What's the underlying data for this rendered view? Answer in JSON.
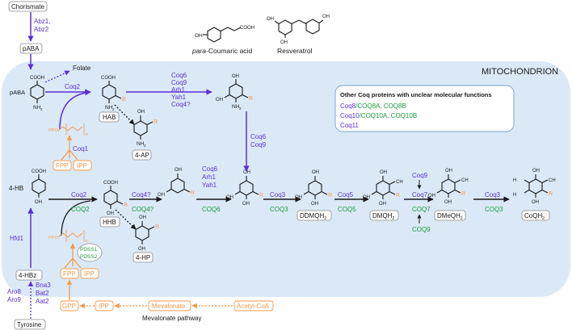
{
  "colors": {
    "purple": "#5a30d6",
    "green": "#1a9b3c",
    "orange": "#f29a4e",
    "black": "#1a1a1a",
    "mito_fill": "#dbe9f7",
    "box_stroke": "#8a8a8a",
    "panel_stroke": "#7a9fc7"
  },
  "compartment": {
    "label": "MITOCHONDRION"
  },
  "structures": {
    "pcoumaric": "para-Coumaric acid",
    "resveratrol": "Resveratrol"
  },
  "metabolites": {
    "chorismate": "Chorismate",
    "paba_box": "pABA",
    "paba": "pABA",
    "folate": "Folate",
    "hab": "HAB",
    "fourap": "4-AP",
    "fpp1": "FPP",
    "ipp1": "IPP",
    "fourhb": "4-HB",
    "hhb": "HHB",
    "fourhp": "4-HP",
    "fpp2": "FPP",
    "ipp2": "IPP",
    "fourhbz": "4-HBz",
    "gpp": "GPP",
    "ipp3": "IPP",
    "mevalonate": "Mevalonate",
    "acetylcoa": "Acetyl-CoA",
    "mevpath": "Mevalonate pathway",
    "tyrosine": "Tyrosine",
    "ddmqh2": "DDMQH",
    "dmqh2": "DMQH",
    "dmeqh2": "DMeQH",
    "coqh2": "CoQH",
    "sub2": "2"
  },
  "enzymes": {
    "abz1": "Abz1,",
    "abz2": "Abz2",
    "coq2_a": "Coq2",
    "coq1": "Coq1",
    "coq6_a": "Coq6",
    "coq9_a": "Coq9",
    "arh1_a": "Arh1",
    "yah1_a": "Yah1",
    "coq4q_a": "Coq4?",
    "coq6_b": "Coq6",
    "coq9_b": "Coq9",
    "coq2_b": "Coq2",
    "coq2_h": "COQ2",
    "coq4q_b": "Coq4?",
    "coq4q_h": "COQ4?",
    "coq6_c": "Coq6",
    "arh1_c": "Arh1",
    "yah1_c": "Yah1",
    "coq6_h": "COQ6",
    "coq3_a": "Coq3",
    "coq3_h": "COQ3",
    "coq5": "Coq5",
    "coq5_h": "COQ5",
    "coq9_c": "Coq9",
    "coq7": "Coq7",
    "coq7_h": "COQ7",
    "coq9_h": "COQ9",
    "coq3_b": "Coq3",
    "coq3_h2": "COQ3",
    "pdss1": "PDSS1",
    "pdss2": "PDSS2",
    "hfd1": "Hfd1",
    "aro8": "Aro8",
    "aro9": "Aro9",
    "bna3": "Bna3",
    "bat2": "Bat2",
    "aat2": "Aat2"
  },
  "panel": {
    "title": "Other Coq proteins with unclear molecular functions",
    "row1_y": "Coq8",
    "row1_h": "/COQ8A, COQ8B",
    "row2_y": "Coq10",
    "row2_h": "/COQ10A, COQ10B",
    "row3_y": "Coq11"
  },
  "atoms": {
    "cooh": "COOH",
    "oh": "OH",
    "nh2": "NH",
    "r": "R",
    "ppo": "PPO",
    "h3co": "H",
    "ch3": "CH",
    "n": "n"
  }
}
